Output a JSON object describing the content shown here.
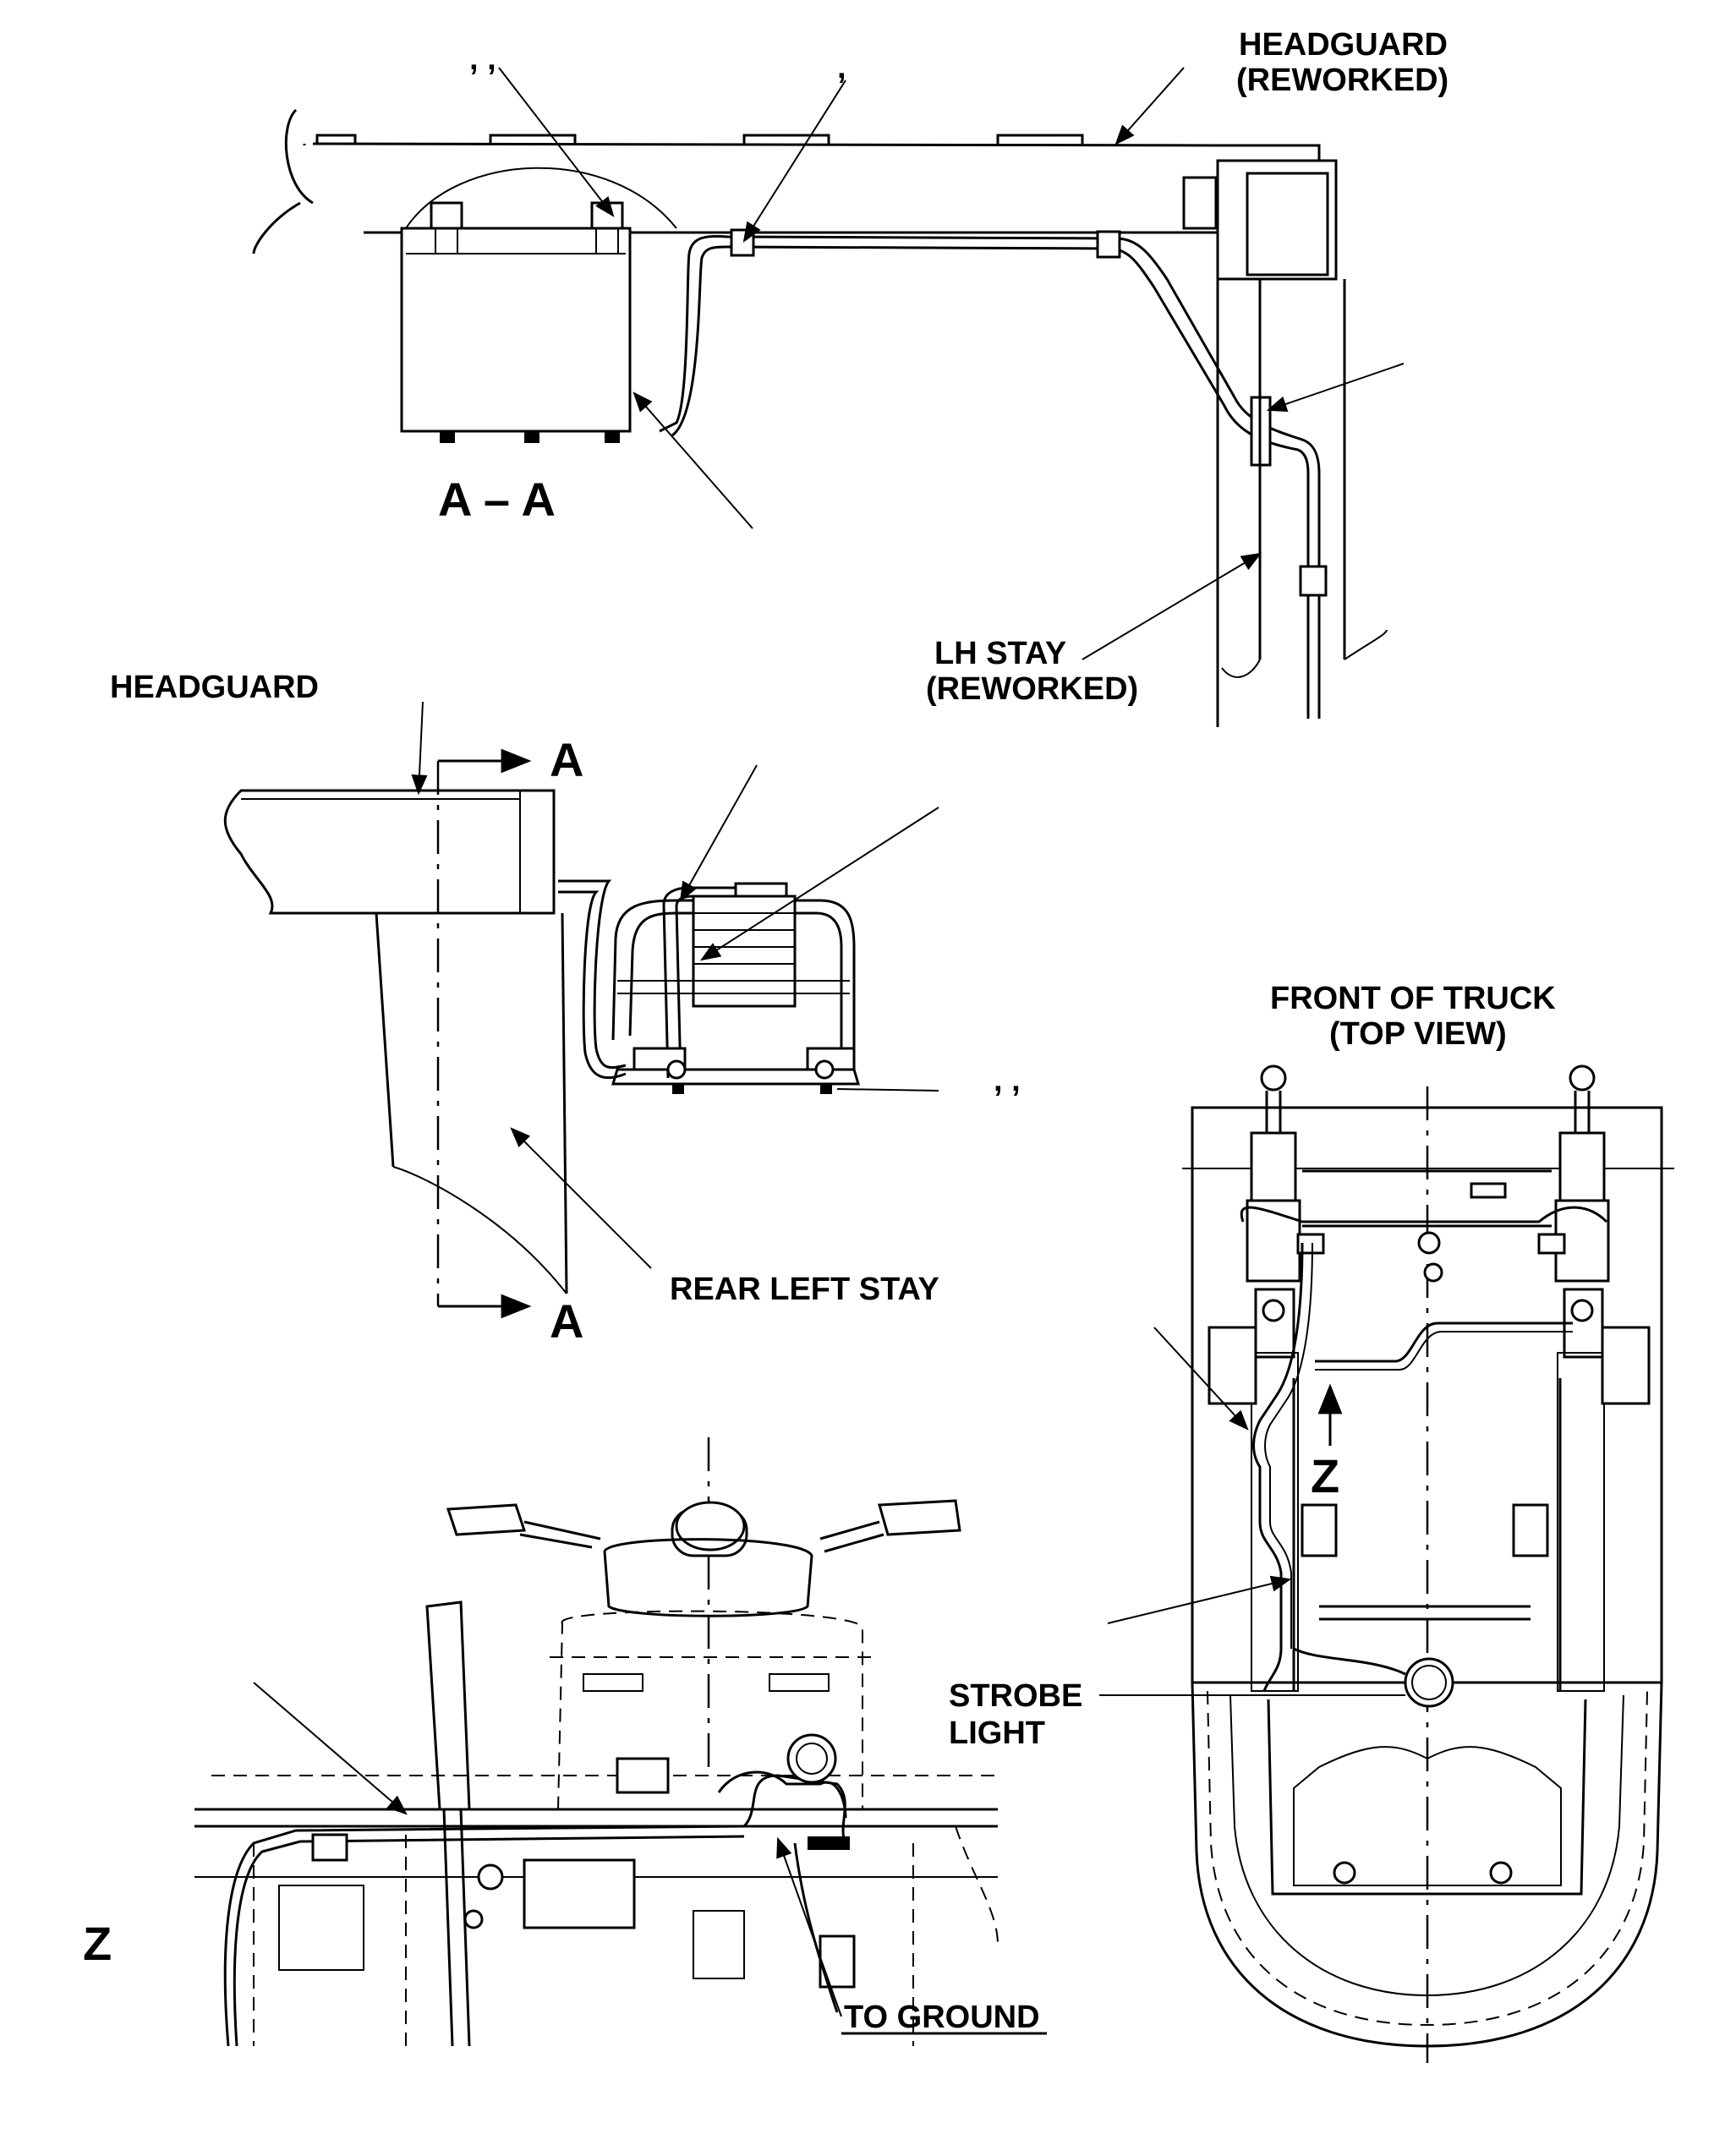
{
  "labels": {
    "headguard_reworked_1": "HEADGUARD",
    "headguard_reworked_2": "(REWORKED)",
    "section_aa": "A – A",
    "lh_stay_1": "LH STAY",
    "lh_stay_2": "(REWORKED)",
    "headguard": "HEADGUARD",
    "section_mark_top": "A",
    "section_mark_bottom": "A",
    "rear_left_stay": "REAR LEFT STAY",
    "front_of_truck_1": "FRONT OF TRUCK",
    "front_of_truck_2": "(TOP VIEW)",
    "view_z_arrow": "Z",
    "strobe_light_1": "STROBE",
    "strobe_light_2": "LIGHT",
    "view_z": "Z",
    "to_ground": "TO GROUND",
    "commas_a": ", ,",
    "comma_b": ",",
    "commas_c": ",    ,"
  }
}
